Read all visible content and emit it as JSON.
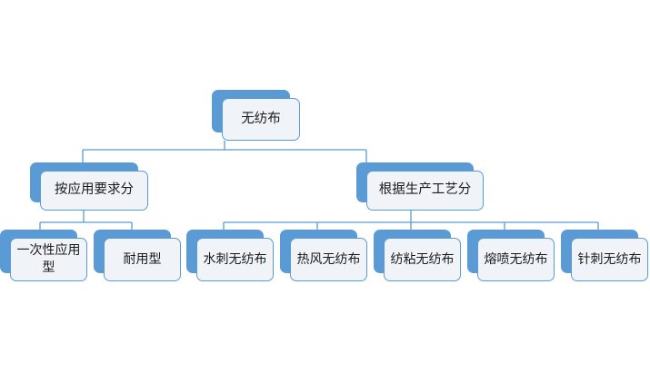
{
  "diagram": {
    "type": "hierarchy-tree",
    "background_color": "#FFFFFF",
    "accent_color": "#5B9BD5",
    "card_fill_color": "#F0F4F9",
    "connector_color": "#5B9BD5",
    "root": {
      "id": "root",
      "label": "无纺布"
    },
    "level2": [
      {
        "id": "by-application",
        "label": "按应用要求分"
      },
      {
        "id": "by-process",
        "label": "根据生产工艺分"
      }
    ],
    "leaves_application": [
      {
        "id": "disposable",
        "label": "一次性应用\n型"
      },
      {
        "id": "durable",
        "label": "耐用型"
      }
    ],
    "leaves_process": [
      {
        "id": "spunlace",
        "label": "水刺无纺布"
      },
      {
        "id": "hot-air",
        "label": "热风无纺布"
      },
      {
        "id": "spunbond",
        "label": "纺粘无纺布"
      },
      {
        "id": "meltblown",
        "label": "熔喷无纺布"
      },
      {
        "id": "needle-punch",
        "label": "针刺无纺布"
      }
    ]
  }
}
